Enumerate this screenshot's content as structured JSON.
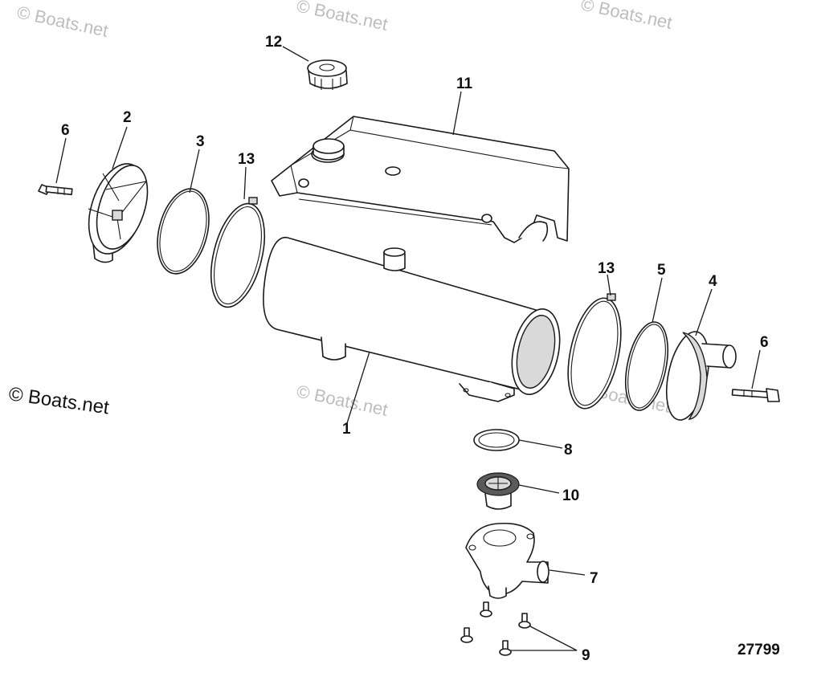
{
  "watermark": "© Boats.net",
  "copyright": "© Boats.net",
  "diagram_number": "27799",
  "callouts": {
    "c1": "1",
    "c2": "2",
    "c3": "3",
    "c4": "4",
    "c5": "5",
    "c6a": "6",
    "c6b": "6",
    "c7": "7",
    "c8": "8",
    "c9": "9",
    "c10": "10",
    "c11": "11",
    "c12": "12",
    "c13a": "13",
    "c13b": "13"
  }
}
